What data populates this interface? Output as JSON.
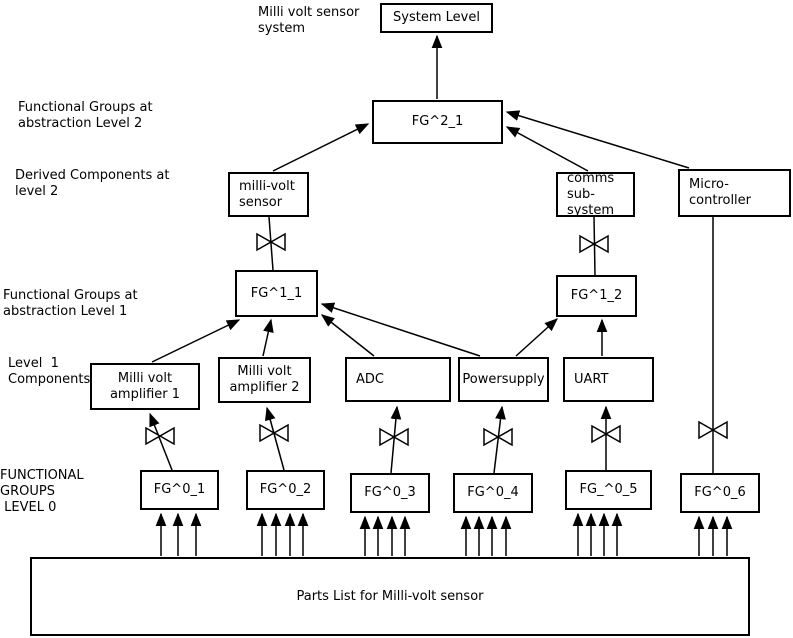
{
  "labels": {
    "system_annotation": "Milli volt sensor\nsystem",
    "level2_groups": "Functional Groups at\nabstraction Level 2",
    "level2_components": "Derived Components at\nlevel 2",
    "level1_groups": "Functional Groups at\nabstraction Level 1",
    "level1_components": "Level  1\nComponents",
    "level0_groups": "FUNCTIONAL\nGROUPS\n LEVEL 0"
  },
  "nodes": {
    "system_level": "System Level",
    "fg2_1": "FG^2_1",
    "millivolt_sensor": "milli-volt\nsensor",
    "comms_subsystem": "comms\nsub-system",
    "microcontroller": "Micro-\ncontroller",
    "fg1_1": "FG^1_1",
    "fg1_2": "FG^1_2",
    "amplifier1": "Milli volt\namplifier 1",
    "amplifier2": "Milli volt\namplifier 2",
    "adc": "ADC",
    "powersupply": "Powersupply",
    "uart": "UART",
    "fg0_1": "FG^0_1",
    "fg0_2": "FG^0_2",
    "fg0_3": "FG^0_3",
    "fg0_4": "FG^0_4",
    "fg0_5": "FG_^0_5",
    "fg0_6": "FG^0_6",
    "parts_list": "Parts List for Milli-volt sensor"
  },
  "colors": {
    "stroke": "#000000",
    "background": "#ffffff"
  }
}
